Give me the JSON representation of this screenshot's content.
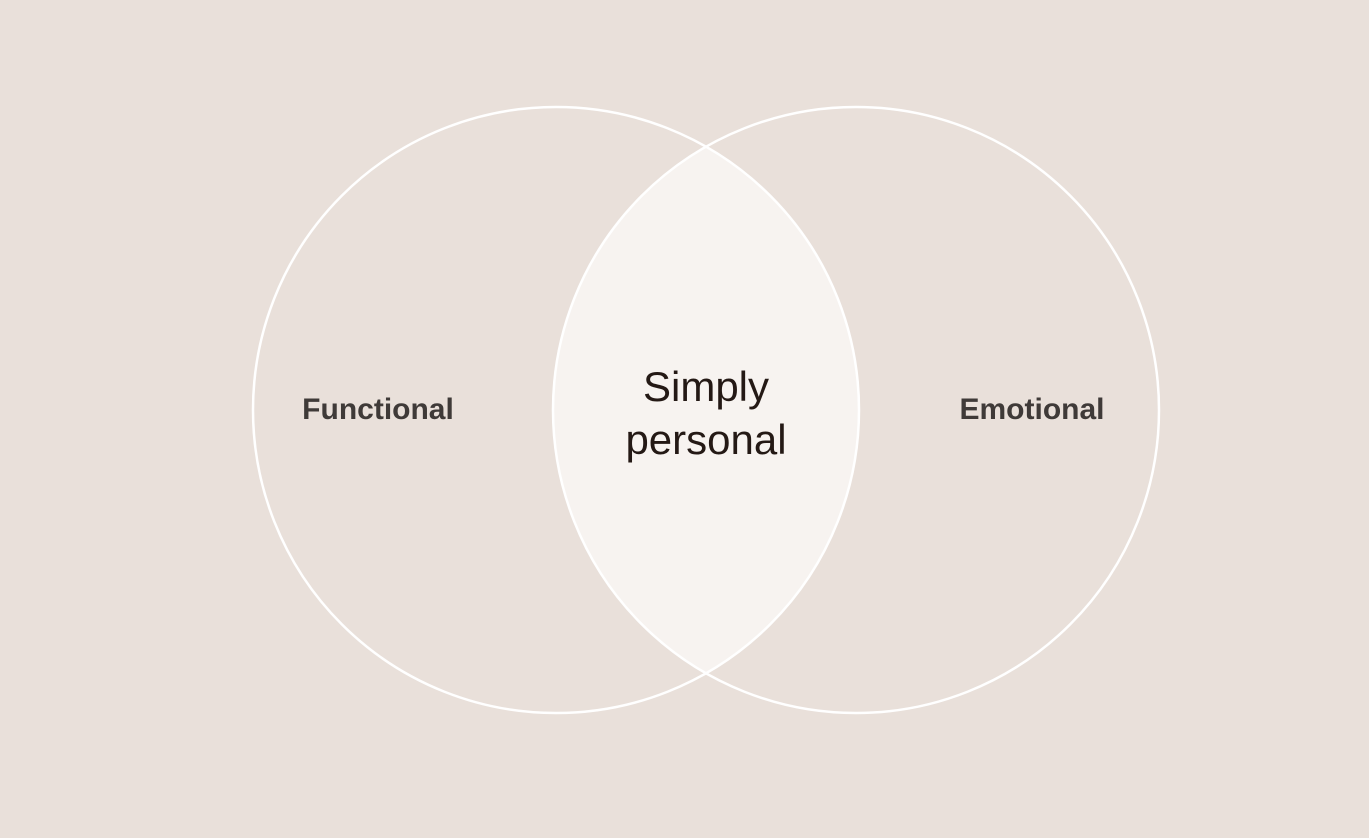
{
  "colors": {
    "background": "#E9E0DA",
    "circle_stroke": "#FFFFFF",
    "intersection_fill": "#F7F3F0",
    "label_text": "#3F3A38",
    "center_text": "#241915"
  },
  "venn": {
    "left_set": {
      "label": "Functional"
    },
    "right_set": {
      "label": "Emotional"
    },
    "intersection": {
      "line1": "Simply",
      "line2": "personal"
    }
  }
}
